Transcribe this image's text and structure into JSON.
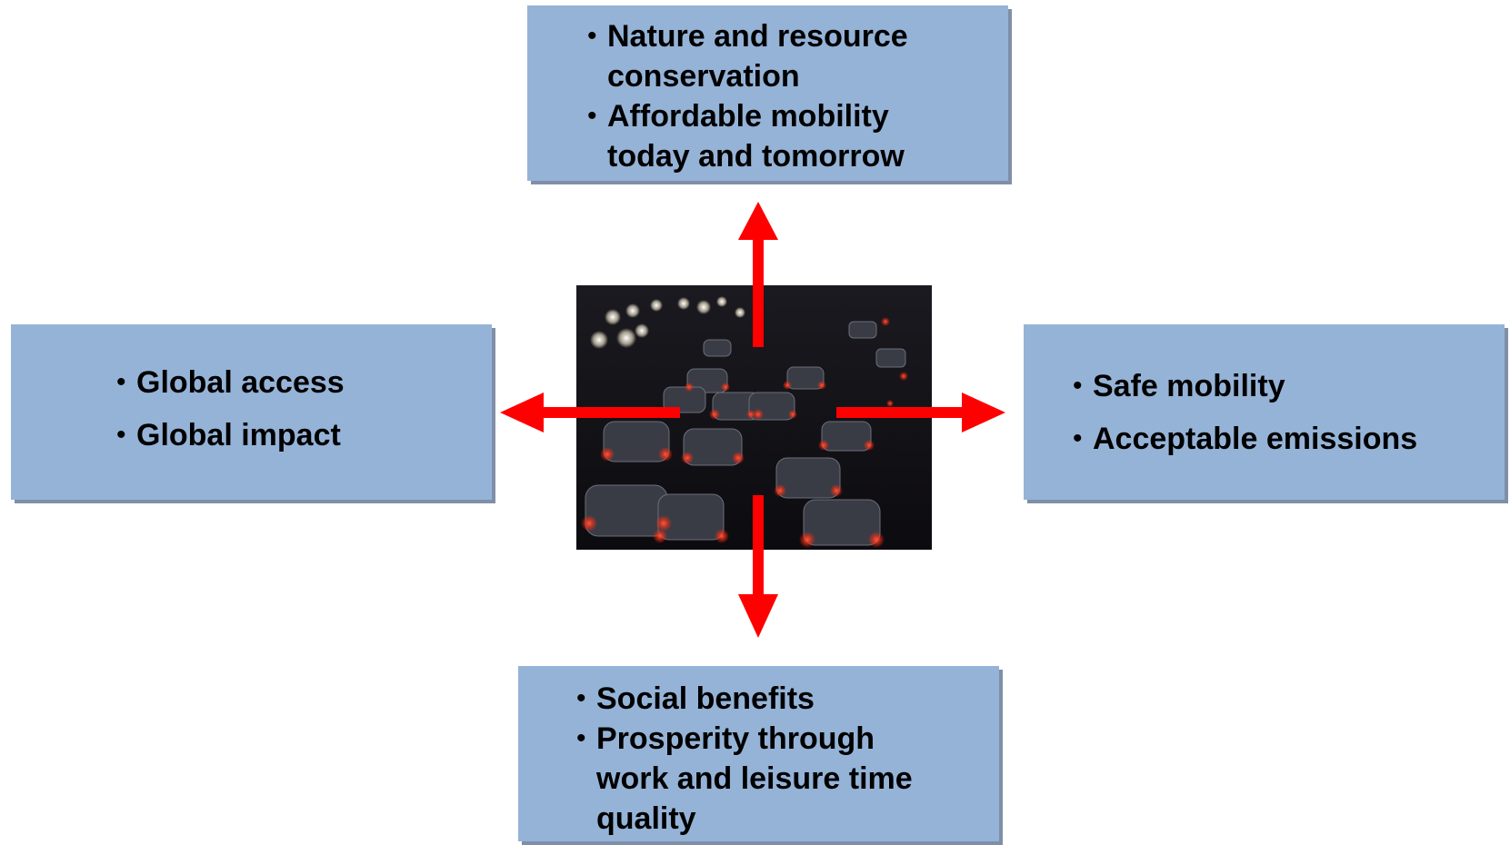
{
  "colors": {
    "box_fill": "#95b3d7",
    "box_shadow": "#7f8fa8",
    "arrow": "#ff0000",
    "photo_background": "#141318"
  },
  "photo": {
    "icon": "night-traffic-photo"
  },
  "boxes": {
    "top": {
      "items": [
        "Nature and resource conservation",
        "Affordable mobility today and tomorrow"
      ]
    },
    "left": {
      "items": [
        "Global access",
        "Global impact"
      ]
    },
    "right": {
      "items": [
        "Safe mobility",
        "Acceptable emissions"
      ]
    },
    "bottom": {
      "items": [
        "Social benefits",
        "Prosperity through work and leisure time quality"
      ]
    }
  }
}
